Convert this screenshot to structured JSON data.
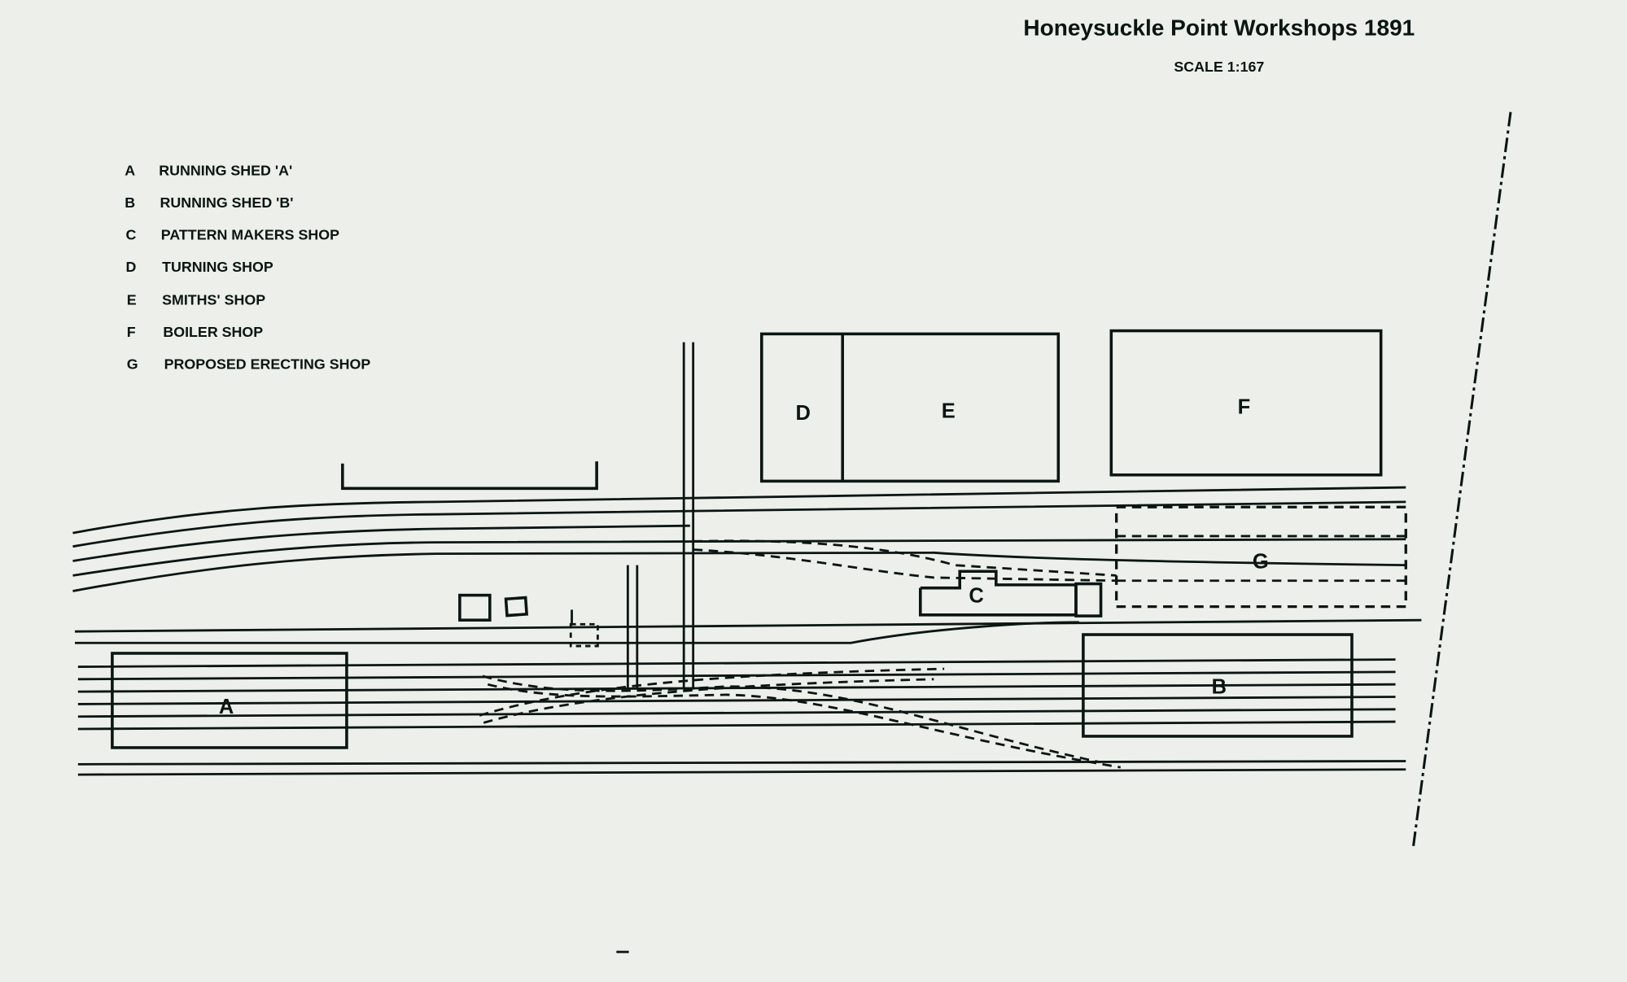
{
  "title": "Honeysuckle Point Workshops 1891",
  "scale": "SCALE 1:167",
  "legend": [
    {
      "key": "A",
      "label": "RUNNING SHED 'A'"
    },
    {
      "key": "B",
      "label": "RUNNING SHED 'B'"
    },
    {
      "key": "C",
      "label": "PATTERN MAKERS SHOP"
    },
    {
      "key": "D",
      "label": "TURNING SHOP"
    },
    {
      "key": "E",
      "label": "SMITHS' SHOP"
    },
    {
      "key": "F",
      "label": "BOILER SHOP"
    },
    {
      "key": "G",
      "label": "PROPOSED ERECTING SHOP"
    }
  ],
  "buildings": {
    "A": "A",
    "B": "B",
    "C": "C",
    "D": "D",
    "E": "E",
    "F": "F",
    "G": "G"
  }
}
